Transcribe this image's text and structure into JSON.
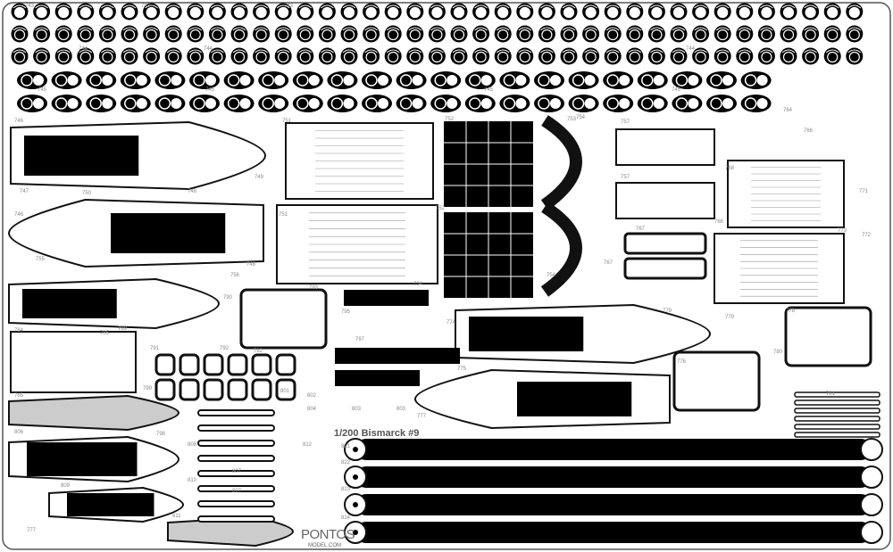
{
  "title": "1/200 Bismarck #9",
  "logo": {
    "main": "PONTOS",
    "sub": "MODEL.COM"
  },
  "colors": {
    "metal": "#000000",
    "fret": "#ffffff",
    "outline": "#444444",
    "label": "#888888",
    "deck": "#cccccc",
    "hull_grey": "#777777"
  },
  "part_labels": [
    "743",
    "743",
    "743",
    "744",
    "744",
    "744",
    "745",
    "745",
    "745",
    "745",
    "746",
    "746",
    "747",
    "748",
    "748",
    "749",
    "750",
    "751",
    "751",
    "752",
    "752",
    "753",
    "754",
    "754",
    "755",
    "756",
    "757",
    "757",
    "764",
    "765",
    "766",
    "766",
    "767",
    "767",
    "768",
    "771",
    "772",
    "773",
    "774",
    "775",
    "776",
    "777",
    "777",
    "778",
    "779",
    "779",
    "780",
    "781",
    "782",
    "784",
    "785",
    "789",
    "790",
    "791",
    "792",
    "793",
    "794",
    "795",
    "797",
    "798",
    "799",
    "801",
    "802",
    "803",
    "803",
    "804",
    "806",
    "807",
    "807",
    "808",
    "809",
    "810",
    "811",
    "812",
    "821",
    "822",
    "823",
    "824"
  ]
}
